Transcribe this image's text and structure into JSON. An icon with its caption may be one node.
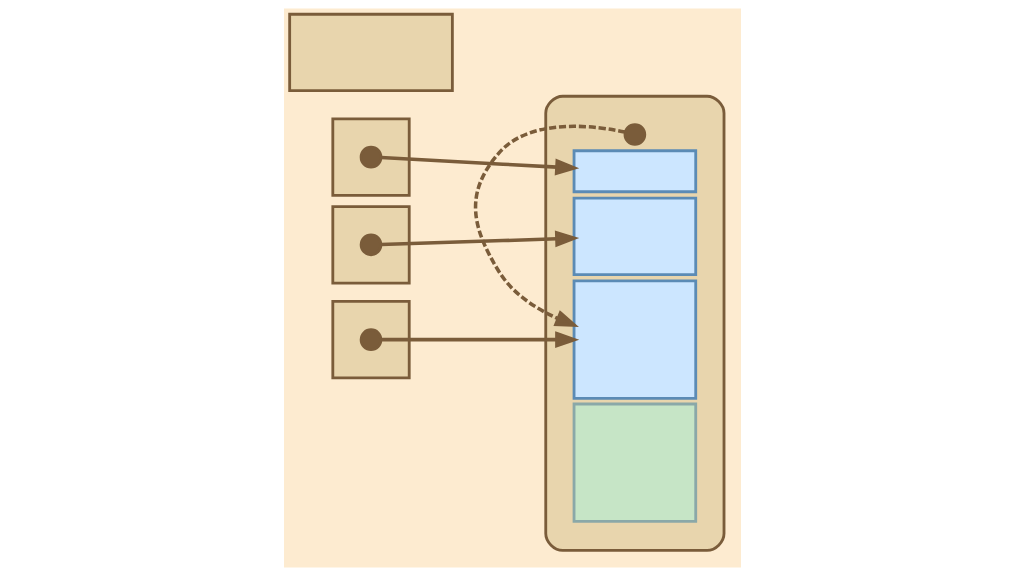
{
  "diagram": {
    "nodes": [
      {
        "text": [],
        "shape": "box"
      },
      {
        "text": [],
        "shape": "circle",
        "in": 0
      },
      {
        "text": [],
        "shape": "box"
      },
      {
        "text": [],
        "shape": "circle",
        "in": 2
      },
      {
        "text": [],
        "shape": "box"
      },
      {
        "text": [],
        "shape": "circle",
        "in": 4
      },
      {
        "text": [],
        "shape": "box"
      },
      {
        "text": [],
        "shape": "box"
      },
      {
        "text": [],
        "shape": "circle",
        "in": 7
      },
      {
        "text": [],
        "shape": "box",
        "in": 7
      },
      {
        "text": [],
        "shape": "box",
        "in": 7
      },
      {
        "text": [],
        "shape": "box",
        "in": 7
      },
      {
        "text": [],
        "shape": "box",
        "in": 7
      }
    ],
    "edges": [
      {
        "from": 1,
        "to": 9,
        "arrow": "to"
      },
      {
        "from": 3,
        "to": 10,
        "arrow": "to"
      },
      {
        "from": 5,
        "to": 11,
        "arrow": "to"
      },
      {
        "from": 8,
        "to": 11,
        "arrow": "to",
        "style": "dashed"
      }
    ]
  }
}
